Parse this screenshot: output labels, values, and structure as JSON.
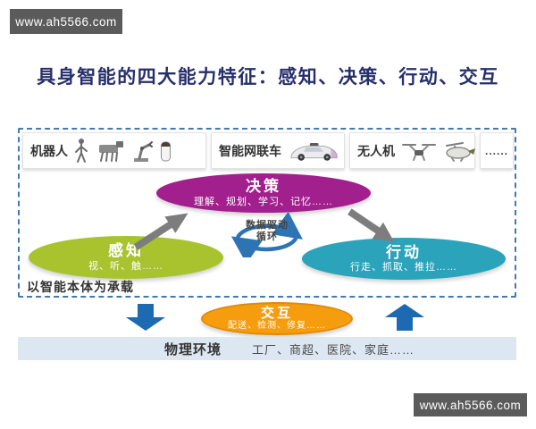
{
  "watermarks": {
    "top_left": "www.ah5566.com",
    "bottom_right": "www.ah5566.com"
  },
  "title": "具身智能的四大能力特征：感知、决策、行动、交互",
  "carrier_bar": {
    "items": [
      {
        "id": "robot",
        "label": "机器人",
        "icons": [
          "humanoid-robot-icon",
          "robot-dog-icon",
          "robot-arm-icon",
          "service-robot-icon"
        ]
      },
      {
        "id": "smart_car",
        "label": "智能网联车",
        "icons": [
          "smart-car-icon"
        ]
      },
      {
        "id": "drone",
        "label": "无人机",
        "icons": [
          "quadcopter-drone-icon",
          "evtol-drone-icon"
        ]
      },
      {
        "id": "more",
        "label": "......",
        "icons": []
      }
    ],
    "caption": "以智能本体为承载"
  },
  "capabilities": {
    "decision": {
      "label": "决策",
      "sub": "理解、规划、学习、记忆……",
      "color": "#a1208d"
    },
    "perception": {
      "label": "感知",
      "sub": "视、听、触……",
      "color": "#a8c32e"
    },
    "action": {
      "label": "行动",
      "sub": "行走、抓取、推拉……",
      "color": "#2aa3bb"
    },
    "interaction": {
      "label": "交互",
      "sub": "配送、检测、修复……",
      "color": "#f59d0e"
    }
  },
  "cycle": {
    "line1": "数据驱动",
    "line2": "循环",
    "color": "#2e74b5"
  },
  "environment": {
    "label": "物理环境",
    "items": "工厂、商超、医院、家庭……"
  },
  "colors": {
    "title_text": "#272f6b",
    "dashed_border": "#4179b4",
    "gray_arrow": "#7d7d7d",
    "blue_arrow": "#1d6ab3",
    "env_bar_bg": "#dde7f2",
    "watermark_bg": "#5b5b5b"
  }
}
